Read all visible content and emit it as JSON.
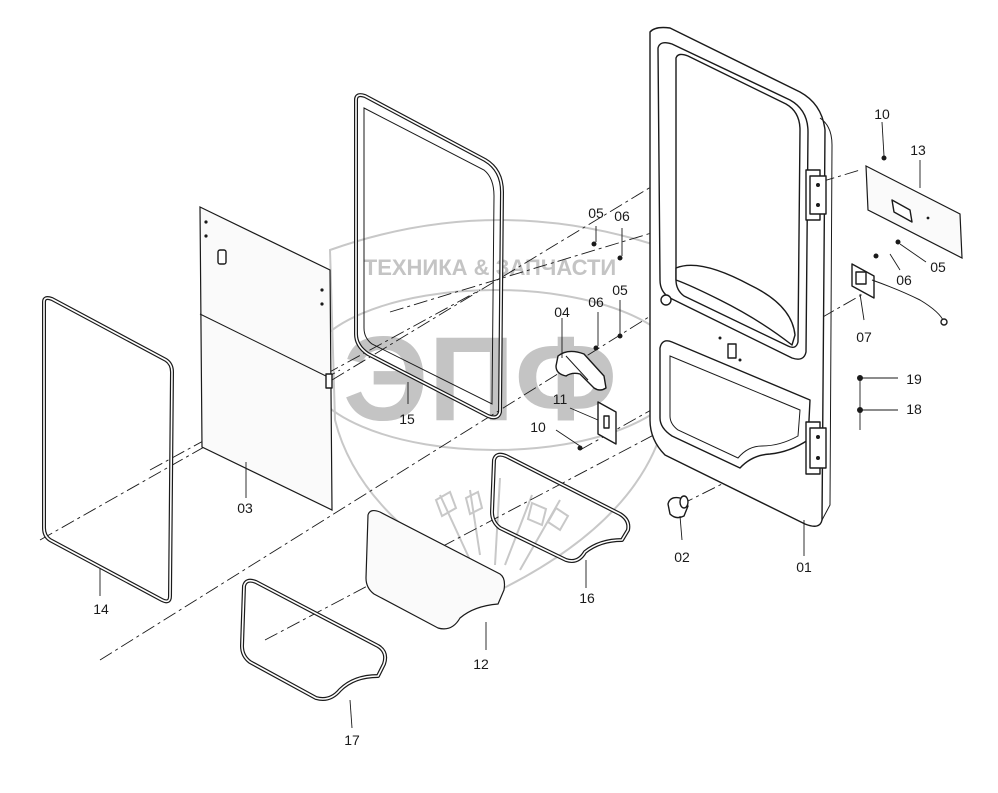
{
  "watermark": {
    "text": "ТЕХНИКА & ЗАПЧАСТИ",
    "logo_text": "ЭПФ"
  },
  "callouts": {
    "01": "01",
    "02": "02",
    "03": "03",
    "04": "04",
    "05a": "05",
    "05b": "05",
    "05c": "05",
    "06a": "06",
    "06b": "06",
    "06c": "06",
    "07": "07",
    "10a": "10",
    "10b": "10",
    "11": "11",
    "12": "12",
    "13": "13",
    "14": "14",
    "15": "15",
    "16": "16",
    "17": "17",
    "18": "18",
    "19": "19"
  }
}
